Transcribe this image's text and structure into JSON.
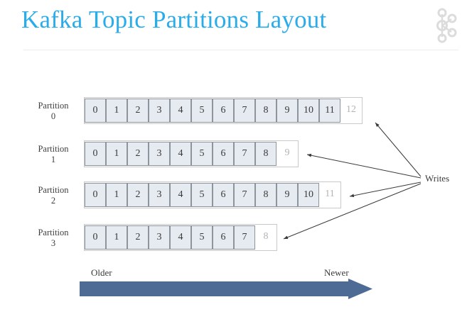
{
  "header": {
    "title": "Kafka Topic Partitions Layout",
    "logo_icon": "kafka-logo-icon",
    "title_color": "#2aacea",
    "divider_color": "#ececec"
  },
  "diagram": {
    "writes_label": "Writes",
    "timeline": {
      "older_label": "Older",
      "newer_label": "Newer",
      "arrow_color": "#4d6b94"
    },
    "cell_colors": {
      "filled_fill": "#e6ebf1",
      "filled_border": "#8d949c",
      "empty_fill": "#ffffff",
      "empty_text": "#b3b3b3",
      "outer_border": "#c9c9c9"
    },
    "partitions": [
      {
        "label_name": "Partition",
        "label_index": "0",
        "filled": [
          "0",
          "1",
          "2",
          "3",
          "4",
          "5",
          "6",
          "7",
          "8",
          "9",
          "10",
          "11"
        ],
        "empty": "12"
      },
      {
        "label_name": "Partition",
        "label_index": "1",
        "filled": [
          "0",
          "1",
          "2",
          "3",
          "4",
          "5",
          "6",
          "7",
          "8"
        ],
        "empty": "9"
      },
      {
        "label_name": "Partition",
        "label_index": "2",
        "filled": [
          "0",
          "1",
          "2",
          "3",
          "4",
          "5",
          "6",
          "7",
          "8",
          "9",
          "10"
        ],
        "empty": "11"
      },
      {
        "label_name": "Partition",
        "label_index": "3",
        "filled": [
          "0",
          "1",
          "2",
          "3",
          "4",
          "5",
          "6",
          "7"
        ],
        "empty": "8"
      }
    ]
  }
}
